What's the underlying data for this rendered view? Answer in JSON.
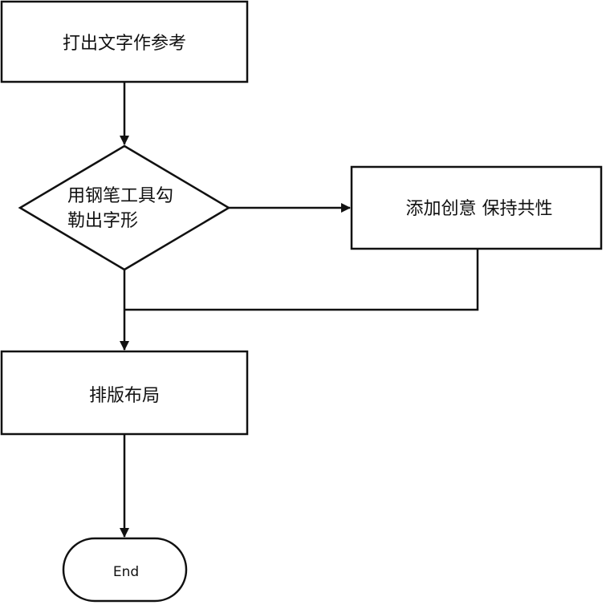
{
  "flowchart": {
    "steps": {
      "reference": "打出文字作参考",
      "decision_line1": "用钢笔工具勾",
      "decision_line2": "勒出字形",
      "creative": "添加创意 保持共性",
      "layout": "排版布局",
      "end": "End"
    }
  },
  "colors": {
    "stroke": "#111111",
    "fill": "#ffffff",
    "text": "#111111"
  }
}
